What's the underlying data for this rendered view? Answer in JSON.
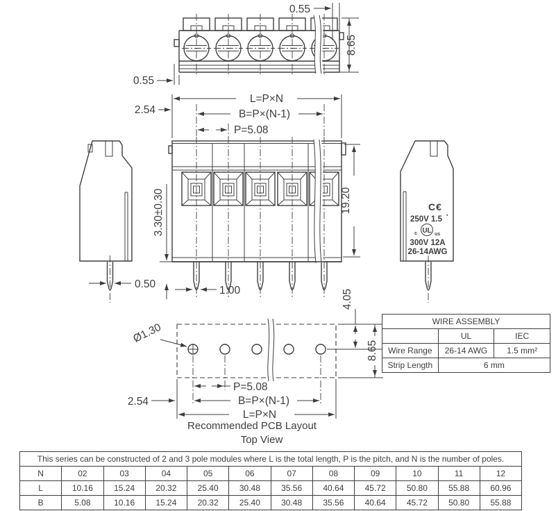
{
  "colors": {
    "ink": "#3d3d3d",
    "background": "#ffffff"
  },
  "top_view": {
    "offset_top": "0.55",
    "height": "8.65",
    "offset_bottom": "0.55"
  },
  "front_view": {
    "total_length": "L=P×N",
    "pole_spacing": "B=P×(N-1)",
    "pitch": "P=5.08",
    "edge_offset": "2.54",
    "body_height": "19.20",
    "mount_height": "3.30±0.30",
    "pin_thickness": "0.50",
    "pin_width": "1.00"
  },
  "side_view": {
    "ce_mark": "C€",
    "iec_rating": "250V 1.5",
    "iec_rating_sup": "▪",
    "ul_c": "c",
    "ul_mark": "UL",
    "ul_us": "us",
    "ul_rating": "300V 12A",
    "wire_range": "26-14AWG"
  },
  "pcb_layout": {
    "hole_diameter": "Ø1.30",
    "pin_length": "4.05",
    "row_depth": "8.65",
    "pitch": "P=5.08",
    "pole_spacing": "B=P×(N-1)",
    "total_length": "L=P×N",
    "edge_offset": "2.54",
    "caption": "Recommended PCB Layout",
    "subcaption": "Top View"
  },
  "wire_assembly_table": {
    "title": "WIRE ASSEMBLY",
    "standard_columns": [
      "UL",
      "IEC"
    ],
    "wire_range_label": "Wire Range",
    "wire_range_ul": "26-14 AWG",
    "wire_range_iec": "1.5 mm²",
    "strip_length_label": "Strip Length",
    "strip_length_value": "6 mm"
  },
  "dimension_table": {
    "caption": "This series can be constructed of 2 and 3 pole modules where L is the total length, P is the pitch, and N is the number of poles.",
    "rows": [
      {
        "label": "N",
        "values": [
          "02",
          "03",
          "04",
          "05",
          "06",
          "07",
          "08",
          "09",
          "10",
          "11",
          "12"
        ]
      },
      {
        "label": "L",
        "values": [
          "10.16",
          "15.24",
          "20.32",
          "25.40",
          "30.48",
          "35.56",
          "40.64",
          "45.72",
          "50.80",
          "55.88",
          "60.96"
        ]
      },
      {
        "label": "B",
        "values": [
          "5.08",
          "10.16",
          "15.24",
          "20.32",
          "25.40",
          "30.48",
          "35.56",
          "40.64",
          "45.72",
          "50.80",
          "55.88"
        ]
      }
    ]
  }
}
